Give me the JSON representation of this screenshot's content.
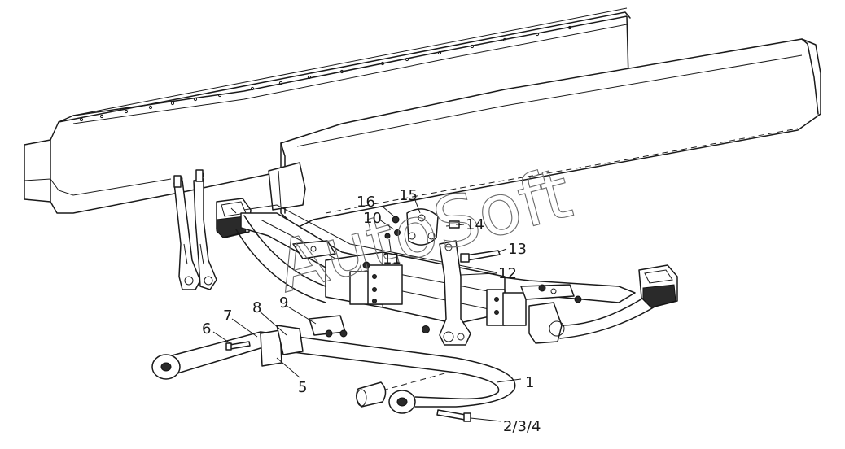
{
  "watermark": "AutoSoft",
  "callouts": [
    {
      "id": "1",
      "text": "1"
    },
    {
      "id": "2",
      "text": "2/3/4"
    },
    {
      "id": "5",
      "text": "5"
    },
    {
      "id": "6",
      "text": "6"
    },
    {
      "id": "7",
      "text": "7"
    },
    {
      "id": "8",
      "text": "8"
    },
    {
      "id": "9",
      "text": "9"
    },
    {
      "id": "10",
      "text": "10"
    },
    {
      "id": "11",
      "text": "11"
    },
    {
      "id": "12",
      "text": "12"
    },
    {
      "id": "13",
      "text": "13"
    },
    {
      "id": "14",
      "text": "14"
    },
    {
      "id": "15",
      "text": "15"
    },
    {
      "id": "16",
      "text": "16"
    }
  ]
}
